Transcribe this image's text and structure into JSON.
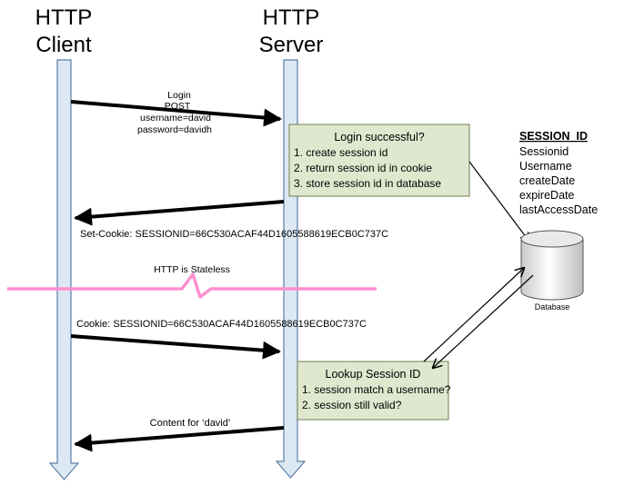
{
  "actors": {
    "client": {
      "line1": "HTTP",
      "line2": "Client"
    },
    "server": {
      "line1": "HTTP",
      "line2": "Server"
    }
  },
  "login_request": {
    "line1": "Login",
    "line2": "POST",
    "line3": "username=david",
    "line4": "password=davidh"
  },
  "login_box": {
    "title": "Login successful?",
    "items": [
      "1. create session id",
      "2. return session id in cookie",
      "3. store session id in database"
    ]
  },
  "set_cookie": "Set-Cookie: SESSIONID=66C530ACAF44D1605588619ECB0C737C",
  "stateless_label": "HTTP is Stateless",
  "cookie_request": "Cookie: SESSIONID=66C530ACAF44D1605588619ECB0C737C",
  "lookup_box": {
    "title": "Lookup Session ID",
    "items": [
      "1.  session match a username?",
      "2.  session still valid?"
    ]
  },
  "content_response": "Content for ‘david’",
  "session_table": {
    "title": "SESSION_ID",
    "fields": [
      "Sessionid",
      "Username",
      "createDate",
      "expireDate",
      "lastAccessDate"
    ]
  },
  "database_label": "Database",
  "colors": {
    "lifeline_fill": "#dce8f3",
    "lifeline_stroke": "#5b7ea6",
    "note_fill": "#dfe8cf",
    "note_stroke": "#6f7f4f",
    "stateless_line": "#ff8fd0",
    "arrow": "#000000"
  }
}
